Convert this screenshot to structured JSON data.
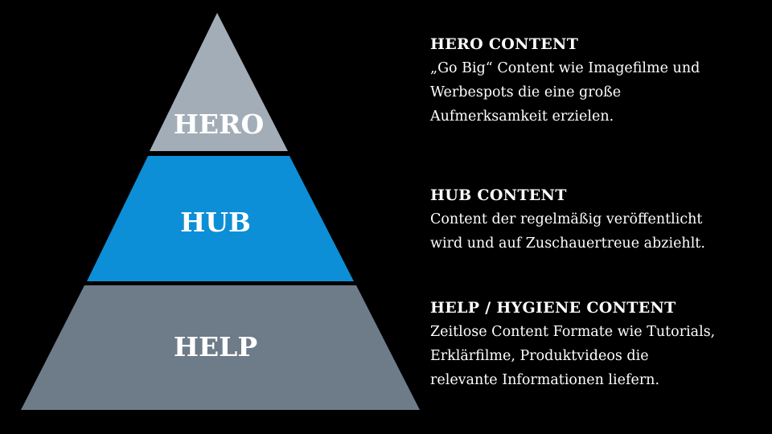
{
  "colors": {
    "background": "#000000",
    "hero": "#a3adb8",
    "hub": "#0c8fd6",
    "help": "#6e7b89",
    "text": "#ffffff"
  },
  "pyramid": {
    "hero_label": "HERO",
    "hub_label": "HUB",
    "help_label": "HELP"
  },
  "descriptions": {
    "hero": {
      "title": "HERO CONTENT",
      "lines": [
        "„Go Big“ Content wie Imagefilme und",
        "Werbespots die eine große",
        "Aufmerksamkeit erzielen."
      ]
    },
    "hub": {
      "title": "HUB CONTENT",
      "lines": [
        "Content der regelmäßig veröffentlicht",
        "wird und auf Zuschauertreue abziehlt."
      ]
    },
    "help": {
      "title": "HELP / HYGIENE CONTENT",
      "lines": [
        "Zeitlose Content Formate wie Tutorials,",
        "Erklärfilme, Produktvideos die",
        "relevante Informationen liefern."
      ]
    }
  }
}
